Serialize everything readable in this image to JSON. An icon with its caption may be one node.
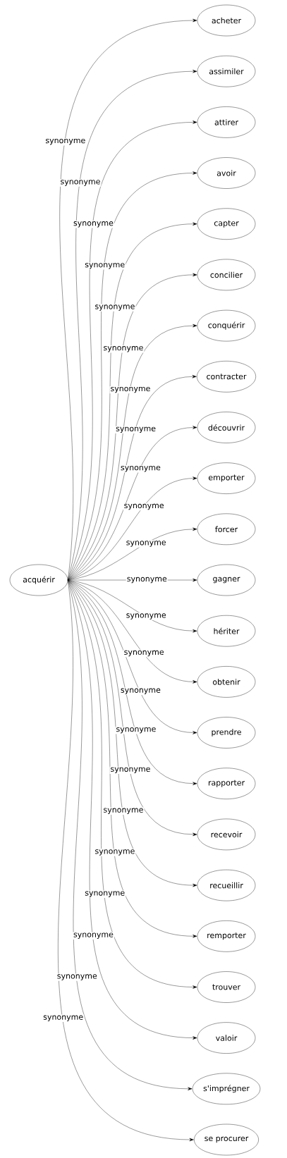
{
  "diagram": {
    "nodes": [
      {
        "text": [
          "acquérir"
        ]
      },
      {
        "text": [
          "acheter"
        ]
      },
      {
        "text": [
          "assimiler"
        ]
      },
      {
        "text": [
          "attirer"
        ]
      },
      {
        "text": [
          "avoir"
        ]
      },
      {
        "text": [
          "capter"
        ]
      },
      {
        "text": [
          "concilier"
        ]
      },
      {
        "text": [
          "conquérir"
        ]
      },
      {
        "text": [
          "contracter"
        ]
      },
      {
        "text": [
          "découvrir"
        ]
      },
      {
        "text": [
          "emporter"
        ]
      },
      {
        "text": [
          "forcer"
        ]
      },
      {
        "text": [
          "gagner"
        ]
      },
      {
        "text": [
          "hériter"
        ]
      },
      {
        "text": [
          "obtenir"
        ]
      },
      {
        "text": [
          "prendre"
        ]
      },
      {
        "text": [
          "rapporter"
        ]
      },
      {
        "text": [
          "recevoir"
        ]
      },
      {
        "text": [
          "recueillir"
        ]
      },
      {
        "text": [
          "remporter"
        ]
      },
      {
        "text": [
          "trouver"
        ]
      },
      {
        "text": [
          "valoir"
        ]
      },
      {
        "text": [
          "s'imprégner"
        ]
      },
      {
        "text": [
          "se procurer"
        ]
      }
    ],
    "edges": [
      {
        "from": 0,
        "to": 1,
        "arrow": "to",
        "label": "synonyme"
      },
      {
        "from": 0,
        "to": 2,
        "arrow": "to",
        "label": "synonyme"
      },
      {
        "from": 0,
        "to": 3,
        "arrow": "to",
        "label": "synonyme"
      },
      {
        "from": 0,
        "to": 4,
        "arrow": "to",
        "label": "synonyme"
      },
      {
        "from": 0,
        "to": 5,
        "arrow": "to",
        "label": "synonyme"
      },
      {
        "from": 0,
        "to": 6,
        "arrow": "to",
        "label": "synonyme"
      },
      {
        "from": 0,
        "to": 7,
        "arrow": "to",
        "label": "synonyme"
      },
      {
        "from": 0,
        "to": 8,
        "arrow": "to",
        "label": "synonyme"
      },
      {
        "from": 0,
        "to": 9,
        "arrow": "to",
        "label": "synonyme"
      },
      {
        "from": 0,
        "to": 10,
        "arrow": "to",
        "label": "synonyme"
      },
      {
        "from": 0,
        "to": 11,
        "arrow": "to",
        "label": "synonyme"
      },
      {
        "from": 0,
        "to": 12,
        "arrow": "to",
        "label": "synonyme"
      },
      {
        "from": 0,
        "to": 13,
        "arrow": "to",
        "label": "synonyme"
      },
      {
        "from": 0,
        "to": 14,
        "arrow": "to",
        "label": "synonyme"
      },
      {
        "from": 0,
        "to": 15,
        "arrow": "to",
        "label": "synonyme"
      },
      {
        "from": 0,
        "to": 16,
        "arrow": "to",
        "label": "synonyme"
      },
      {
        "from": 0,
        "to": 17,
        "arrow": "to",
        "label": "synonyme"
      },
      {
        "from": 0,
        "to": 18,
        "arrow": "to",
        "label": "synonyme"
      },
      {
        "from": 0,
        "to": 19,
        "arrow": "to",
        "label": "synonyme"
      },
      {
        "from": 0,
        "to": 20,
        "arrow": "to",
        "label": "synonyme"
      },
      {
        "from": 0,
        "to": 21,
        "arrow": "to",
        "label": "synonyme"
      },
      {
        "from": 0,
        "to": 22,
        "arrow": "to",
        "label": "synonyme"
      },
      {
        "from": 0,
        "to": 23,
        "arrow": "to",
        "label": "synonyme"
      }
    ]
  }
}
